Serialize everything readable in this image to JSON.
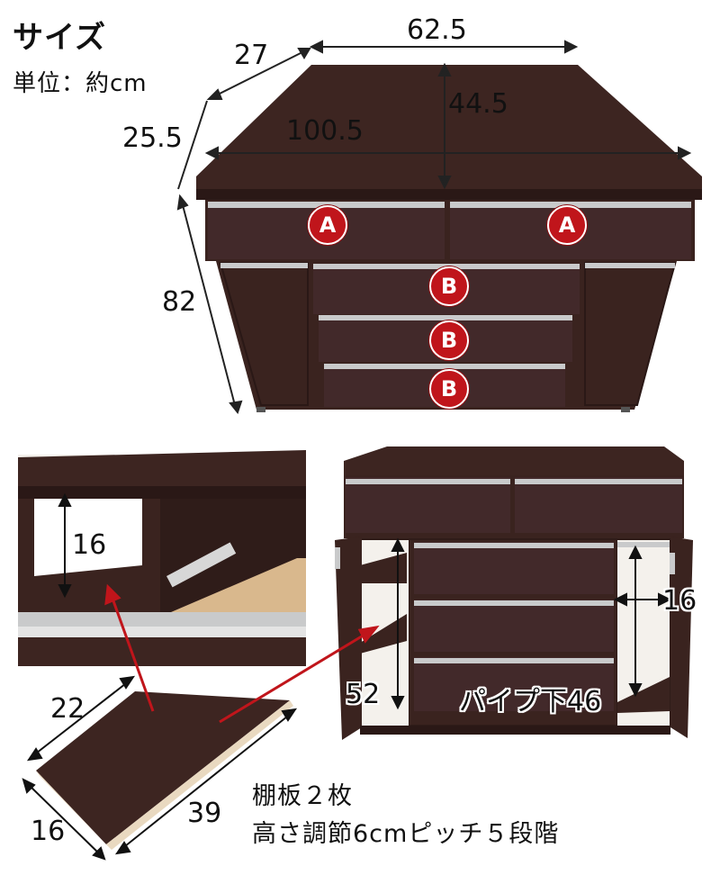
{
  "header": {
    "title": "サイズ",
    "unit": "単位：約cm"
  },
  "dimensions": {
    "top_width": "62.5",
    "side_depth": "27",
    "side_depth_left": "25.5",
    "full_width": "100.5",
    "depth": "44.5",
    "height": "82",
    "upper_open_height": "16",
    "shelf_depth": "22",
    "shelf_width": "39",
    "shelf_short": "16",
    "inner_height": "52",
    "pipe_below": "パイプ下46",
    "side_open": "16"
  },
  "badges": {
    "a": "A",
    "b": "B"
  },
  "notes": {
    "shelf_count": "棚板２枚",
    "adjust": "高さ調節6cmピッチ５段階"
  },
  "colors": {
    "wood": "#3d2521",
    "wood_dark": "#2a1816",
    "handle": "#c9cacb",
    "badge": "#c0151b",
    "shelf_edge": "#e9d9c0"
  }
}
